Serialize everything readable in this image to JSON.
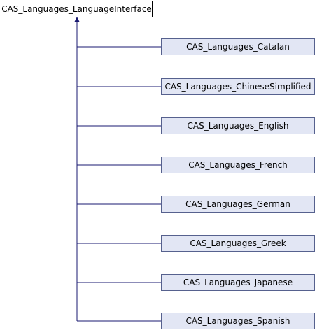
{
  "diagram": {
    "type": "inheritance",
    "edge_color": "#191970",
    "root": {
      "label": "CAS_Languages_LanguageInterface"
    },
    "children": [
      {
        "label": "CAS_Languages_Catalan"
      },
      {
        "label": "CAS_Languages_ChineseSimplified"
      },
      {
        "label": "CAS_Languages_English"
      },
      {
        "label": "CAS_Languages_French"
      },
      {
        "label": "CAS_Languages_German"
      },
      {
        "label": "CAS_Languages_Greek"
      },
      {
        "label": "CAS_Languages_Japanese"
      },
      {
        "label": "CAS_Languages_Spanish"
      }
    ]
  }
}
